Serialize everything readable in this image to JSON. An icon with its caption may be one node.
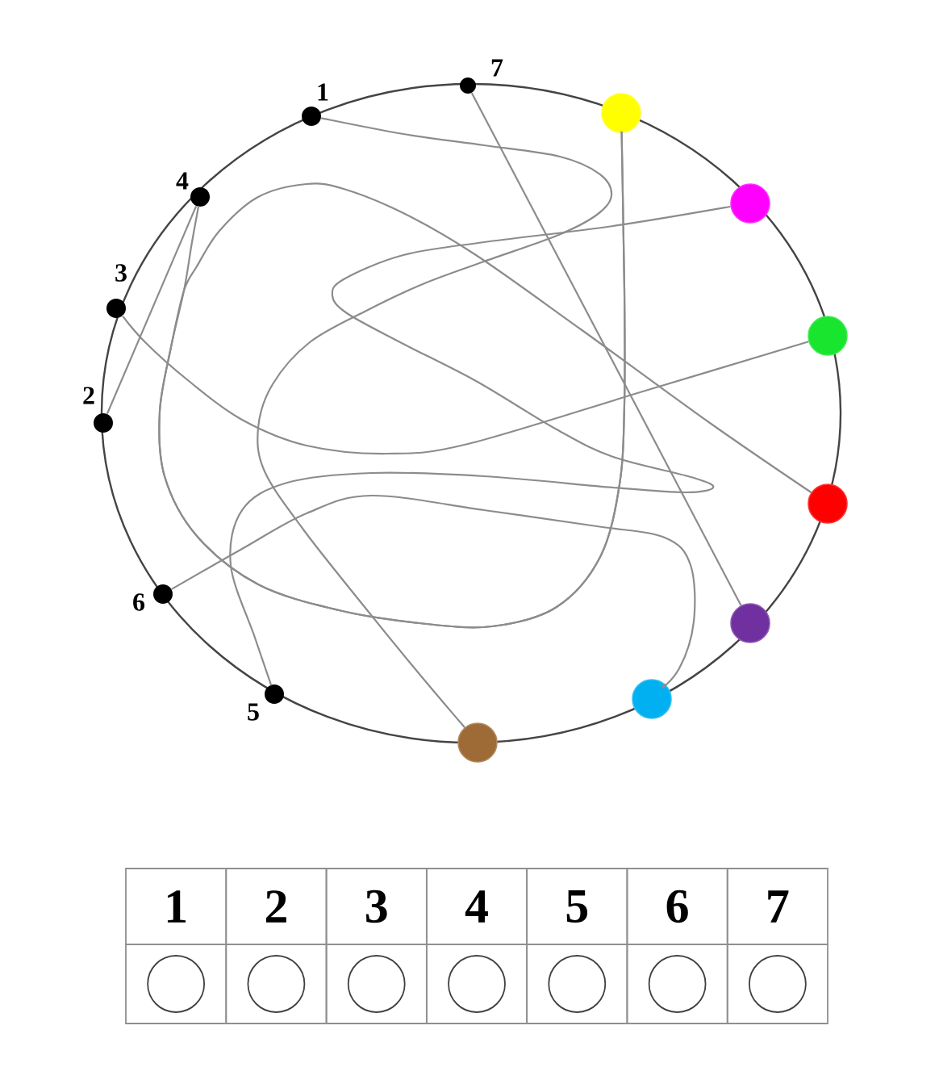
{
  "diagram": {
    "nodes": [
      {
        "text": [
          "1"
        ]
      },
      {
        "text": [
          "2"
        ]
      },
      {
        "text": [
          "3"
        ]
      },
      {
        "text": [
          "4"
        ]
      },
      {
        "text": [
          "5"
        ]
      },
      {
        "text": [
          "6"
        ]
      },
      {
        "text": [
          "7"
        ]
      },
      {
        "text": [],
        "shape": "circle"
      },
      {
        "text": [],
        "shape": "circle"
      },
      {
        "text": [],
        "shape": "circle"
      },
      {
        "text": [],
        "shape": "circle"
      },
      {
        "text": [],
        "shape": "circle"
      },
      {
        "text": [],
        "shape": "circle"
      },
      {
        "text": [],
        "shape": "circle"
      }
    ],
    "edges": [
      {
        "from": 0,
        "to": 13,
        "arrow": "none"
      },
      {
        "from": 1,
        "to": 3,
        "arrow": "none"
      },
      {
        "from": 2,
        "to": 9,
        "arrow": "none"
      },
      {
        "from": 3,
        "to": 7,
        "arrow": "none"
      },
      {
        "from": 10,
        "to": 7,
        "arrow": "none"
      },
      {
        "from": 4,
        "to": 8,
        "arrow": "none"
      },
      {
        "from": 5,
        "to": 12,
        "arrow": "none"
      },
      {
        "from": 6,
        "to": 11,
        "arrow": "none"
      }
    ],
    "labels": [
      "1",
      "2",
      "3",
      "4",
      "5",
      "6",
      "7"
    ]
  }
}
